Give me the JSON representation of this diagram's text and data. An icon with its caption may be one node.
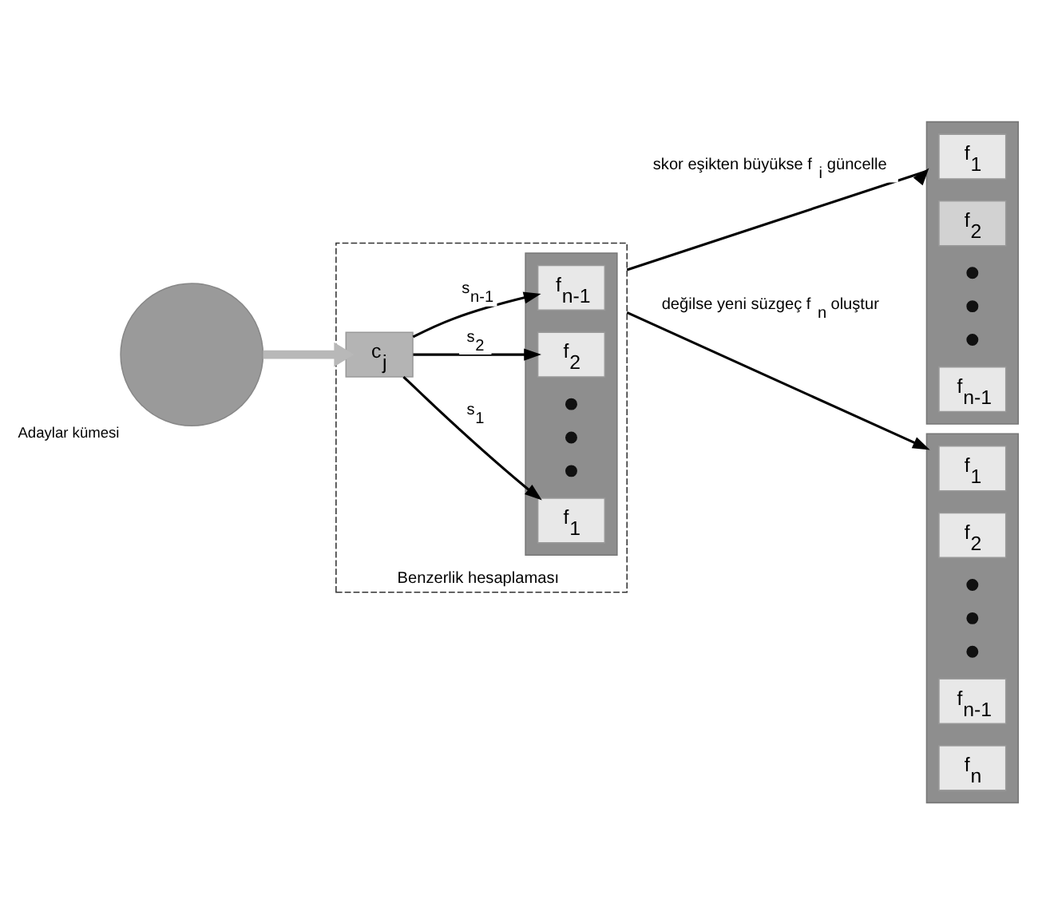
{
  "diagram": {
    "nodes": [
      {
        "text": [],
        "shape": "circle",
        "beside": [
          "Adaylar kümesi"
        ]
      },
      {
        "text": [
          "Benzerlik hesaplaması"
        ]
      },
      {
        "text": [
          "c$_{j}$"
        ],
        "in": 1
      },
      {
        "text": [],
        "shape": "bar",
        "in": 1
      },
      {
        "text": [
          "f$_{1}$"
        ],
        "in": 3
      },
      {
        "text": [
          "f$_{2}$"
        ],
        "in": 3
      },
      {
        "text": [
          "f$_{n-1}$"
        ],
        "in": 3
      },
      {
        "text": [],
        "shape": "bar"
      },
      {
        "text": [
          "f$_{1}$"
        ],
        "in": 7
      },
      {
        "text": [
          "f$_{2}$"
        ],
        "in": 7
      },
      {
        "text": [
          "f$_{n-1}$"
        ],
        "in": 7
      },
      {
        "text": [],
        "shape": "bar"
      },
      {
        "text": [
          "f$_{1}$"
        ],
        "in": 11
      },
      {
        "text": [
          "f$_{2}$"
        ],
        "in": 11
      },
      {
        "text": [
          "f$_{n-1}$"
        ],
        "in": 11
      },
      {
        "text": [
          "f$_{n}$"
        ],
        "in": 11
      }
    ],
    "edges": [
      {
        "from": 0,
        "to": 2,
        "arrow": "to",
        "style": "thick",
        "color": "#b8b8b8"
      },
      {
        "from": 2,
        "to": 4,
        "arrow": "to",
        "label": "s$_{1}$"
      },
      {
        "from": 2,
        "to": 5,
        "arrow": "to",
        "label": "s$_{2}$"
      },
      {
        "from": 2,
        "to": 6,
        "arrow": "to",
        "label": "s$_{n-1}$"
      },
      {
        "from": 1,
        "to": 7,
        "arrow": "to",
        "label": "skor eşikten büyükse f$_{i}$ güncelle"
      },
      {
        "from": 1,
        "to": 11,
        "arrow": "to",
        "label": "değilse yeni süzgeç f$_{n}$ oluştur"
      }
    ]
  }
}
